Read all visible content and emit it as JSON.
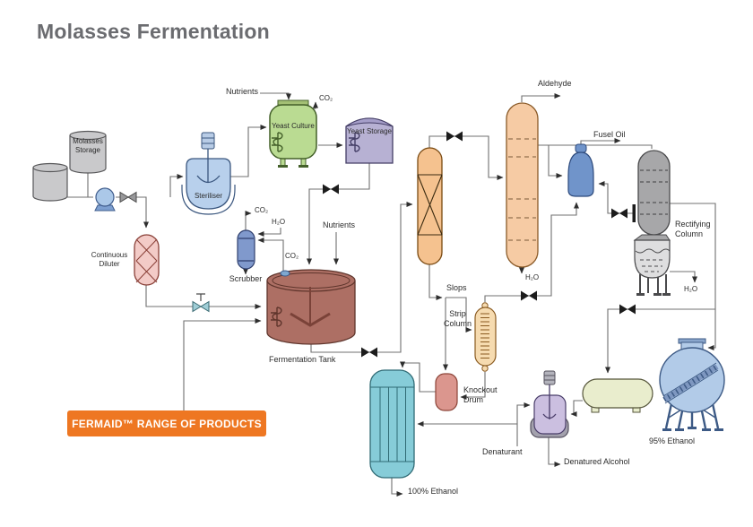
{
  "title": "Molasses Fermentation",
  "banner": {
    "label": "FERMAID™ RANGE OF PRODUCTS"
  },
  "labels": {
    "molasses_storage": "Molasses Storage",
    "continuous_diluter": "Continuous Diluter",
    "steriliser": "Steriliser",
    "yeast_culture": "Yeast Culture",
    "yeast_storage": "Yeast Storage",
    "scrubber": "Scrubber",
    "fermentation_tank": "Fermentation Tank",
    "nutrients_top": "Nutrients",
    "nutrients_tank": "Nutrients",
    "co2_yeast": "CO₂",
    "co2_scrubber_out": "CO₂",
    "co2_fermenter": "CO₂",
    "h2o_scrubber": "H₂O",
    "h2o_column": "H₂O",
    "h2o_rectifier": "H₂O",
    "slops": "Slops",
    "strip_column": "Strip Column",
    "knockout_drum": "Knockout Drum",
    "aldehyde": "Aldehyde",
    "fusel_oil": "Fusel Oil",
    "rectifying_column": "Rectifying Column",
    "ethanol_100": "100% Ethanol",
    "ethanol_95": "95% Ethanol",
    "denaturant": "Denaturant",
    "denatured_alcohol": "Denatured Alcohol"
  },
  "colors": {
    "banner_bg": "#ee7722",
    "title_text": "#6b6c70",
    "line": "#707070",
    "storage_tank_gray": "#c9c9cb",
    "pump_blue": "#abc8e8",
    "diluter_pink": "#f3cbc7",
    "steriliser_blue": "#b8d0ec",
    "yeast_culture_green": "#badb92",
    "yeast_storage_lavender": "#b7b1d3",
    "scrubber_blue": "#8099cc",
    "fermenter_brown": "#ad6f64",
    "column_orange": "#f5c28f",
    "strip_column_tan": "#f6dbb0",
    "knockout_salmon": "#db968e",
    "ethanol_column_teal": "#86ccd8",
    "fusel_decanter_blue": "#7094ca",
    "rectifier_gray": "#a7a7a9",
    "sphere_blue": "#b2cbe8",
    "day_tank_green": "#e9edcd",
    "mixer_lavender": "#cbbfe0"
  }
}
